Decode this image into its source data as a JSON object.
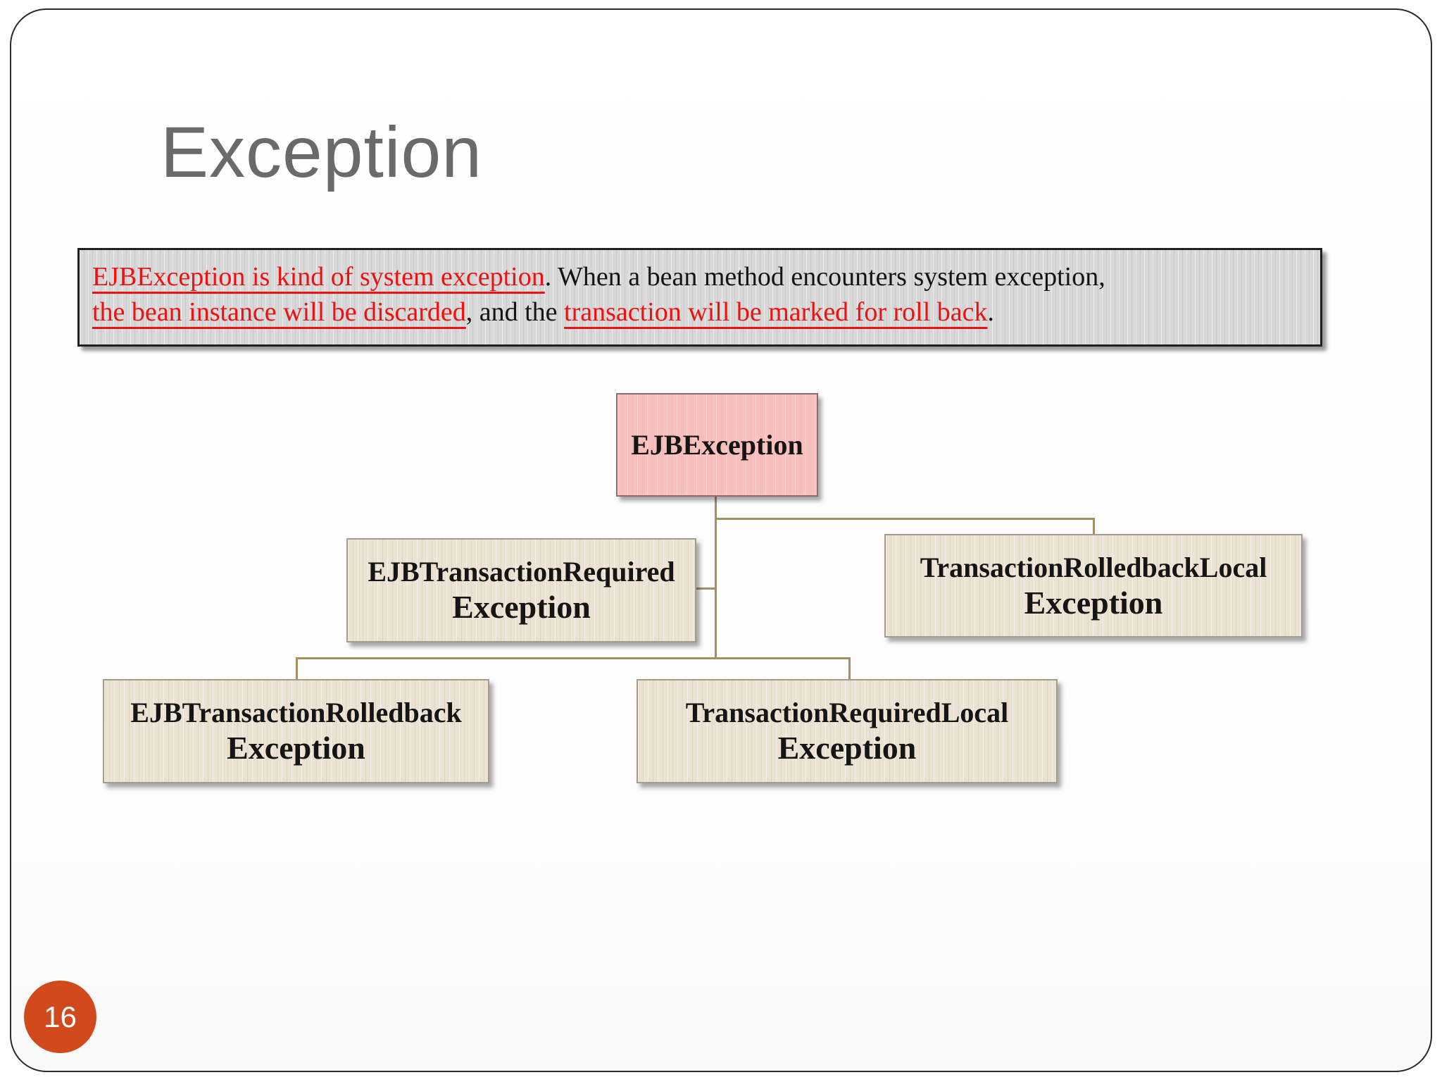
{
  "slide": {
    "title": "Exception",
    "page_number": "16"
  },
  "info_box": {
    "lines": [
      {
        "segments": [
          {
            "text": "EJBException is kind of system exception",
            "emphasis": true
          },
          {
            "text": ". When a bean method encounters system exception,",
            "emphasis": false
          }
        ]
      },
      {
        "segments": [
          {
            "text": "the bean instance will be discarded",
            "emphasis": true
          },
          {
            "text": ", and the ",
            "emphasis": false
          },
          {
            "text": "transaction will be marked for roll back",
            "emphasis": true
          },
          {
            "text": ".",
            "emphasis": false
          }
        ]
      }
    ]
  },
  "diagram": {
    "nodes": [
      {
        "id": "ejb-exception",
        "line1": "EJBException",
        "line2": "",
        "level": "root",
        "parent": null
      },
      {
        "id": "ejb-transaction-required-exception",
        "line1": "EJBTransactionRequired",
        "line2": "Exception",
        "level": "child",
        "parent": "ejb-exception"
      },
      {
        "id": "transaction-rolledback-local-exception",
        "line1": "TransactionRolledbackLocal",
        "line2": "Exception",
        "level": "child",
        "parent": "ejb-exception"
      },
      {
        "id": "ejb-transaction-rolledback-exception",
        "line1": "EJBTransactionRolledback",
        "line2": "Exception",
        "level": "grandchild",
        "parent": "ejb-transaction-required-exception"
      },
      {
        "id": "transaction-required-local-exception",
        "line1": "TransactionRequiredLocal",
        "line2": "Exception",
        "level": "grandchild",
        "parent": "ejb-transaction-required-exception"
      }
    ]
  },
  "colors": {
    "title_gray": "#6a6a6a",
    "emphasis_red": "#ee1111",
    "info_box_fill": "#d8d8d8",
    "root_node_fill": "#f8c0bd",
    "child_node_fill": "#ebe2d1",
    "node_text": "#151515",
    "connector_tan": "#a29060",
    "page_badge_orange": "#d04a1d",
    "slide_border": "#2a2a2a"
  }
}
